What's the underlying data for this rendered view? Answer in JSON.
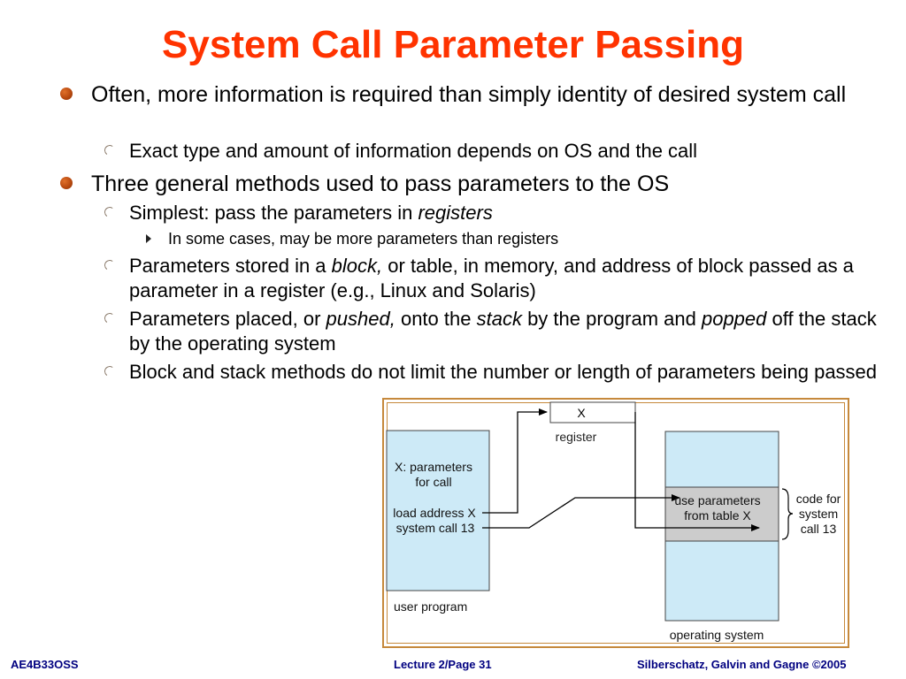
{
  "title": "System Call Parameter Passing",
  "bullets": {
    "b1": "Often, more information is required than simply identity of desired system call",
    "b1_sub1": "Exact type and amount of information depends on OS and the call",
    "b2": "Three general methods used to pass parameters to the OS",
    "b2_sub1_pre": "Simplest:  pass the parameters in ",
    "b2_sub1_em": "registers",
    "b2_sub1_sub": "In some cases, may be more parameters than registers",
    "b2_sub2_pre": "Parameters stored in a ",
    "b2_sub2_em": "block,",
    "b2_sub2_post": " or table, in memory, and address of block passed as a parameter in a register (e.g., Linux and Solaris)",
    "b2_sub3_pre": "Parameters placed, or ",
    "b2_sub3_em1": "pushed,",
    "b2_sub3_mid": " onto the ",
    "b2_sub3_em2": "stack",
    "b2_sub3_mid2": " by the program and ",
    "b2_sub3_em3": "popped",
    "b2_sub3_post": " off the stack by the operating system",
    "b2_sub4": "Block and stack methods do not limit the number or length of parameters being passed"
  },
  "figure": {
    "register_value": "X",
    "register_label": "register",
    "user_box_line1": "X: parameters",
    "user_box_line2": "for call",
    "user_box_line3": "load address X",
    "user_box_line4": "system call 13",
    "user_program_label": "user program",
    "os_box_line1": "use parameters",
    "os_box_line2": "from table X",
    "code_label_line1": "code for",
    "code_label_line2": "system",
    "code_label_line3": "call 13",
    "os_label": "operating system",
    "colors": {
      "box_fill": "#cdeaf7",
      "highlight_fill": "#cccccc",
      "frame": "#c6893c"
    }
  },
  "footer": {
    "left": "AE4B33OSS",
    "center": "Lecture 2/Page 31",
    "right": "Silberschatz, Galvin and Gagne ©2005"
  },
  "colors": {
    "title": "#ff3300",
    "footer": "#000080",
    "bullet": "#b94a10"
  }
}
